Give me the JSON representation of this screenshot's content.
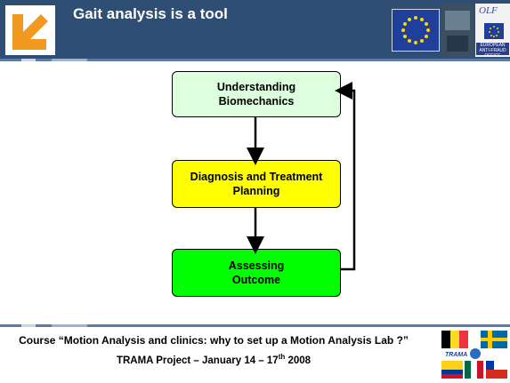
{
  "header": {
    "title": "Gait analysis is a tool",
    "logo_right_text": "OLF",
    "logo_right_caption": "EUROPEAN ANTI-FRAUD OFFICE",
    "colors": {
      "background": "#2f4e74",
      "logo_arrow": "#f29a1f"
    }
  },
  "flowchart": {
    "box1_line1": "Understanding",
    "box1_line2": "Biomechanics",
    "box2_line1": "Diagnosis and Treatment",
    "box2_line2": "Planning",
    "box3_line1": "Assessing",
    "box3_line2": "Outcome",
    "colors": {
      "box1": "#ddffdd",
      "box2": "#ffff00",
      "box3": "#00ff00"
    }
  },
  "footer": {
    "line1": "Course “Motion Analysis and clinics: why to set up a Motion Analysis Lab ?”",
    "line2_pre": "TRAMA Project – January 14 – 17",
    "line2_sup": "th",
    "line2_post": " 2008",
    "logo_text": "TRAMA"
  }
}
